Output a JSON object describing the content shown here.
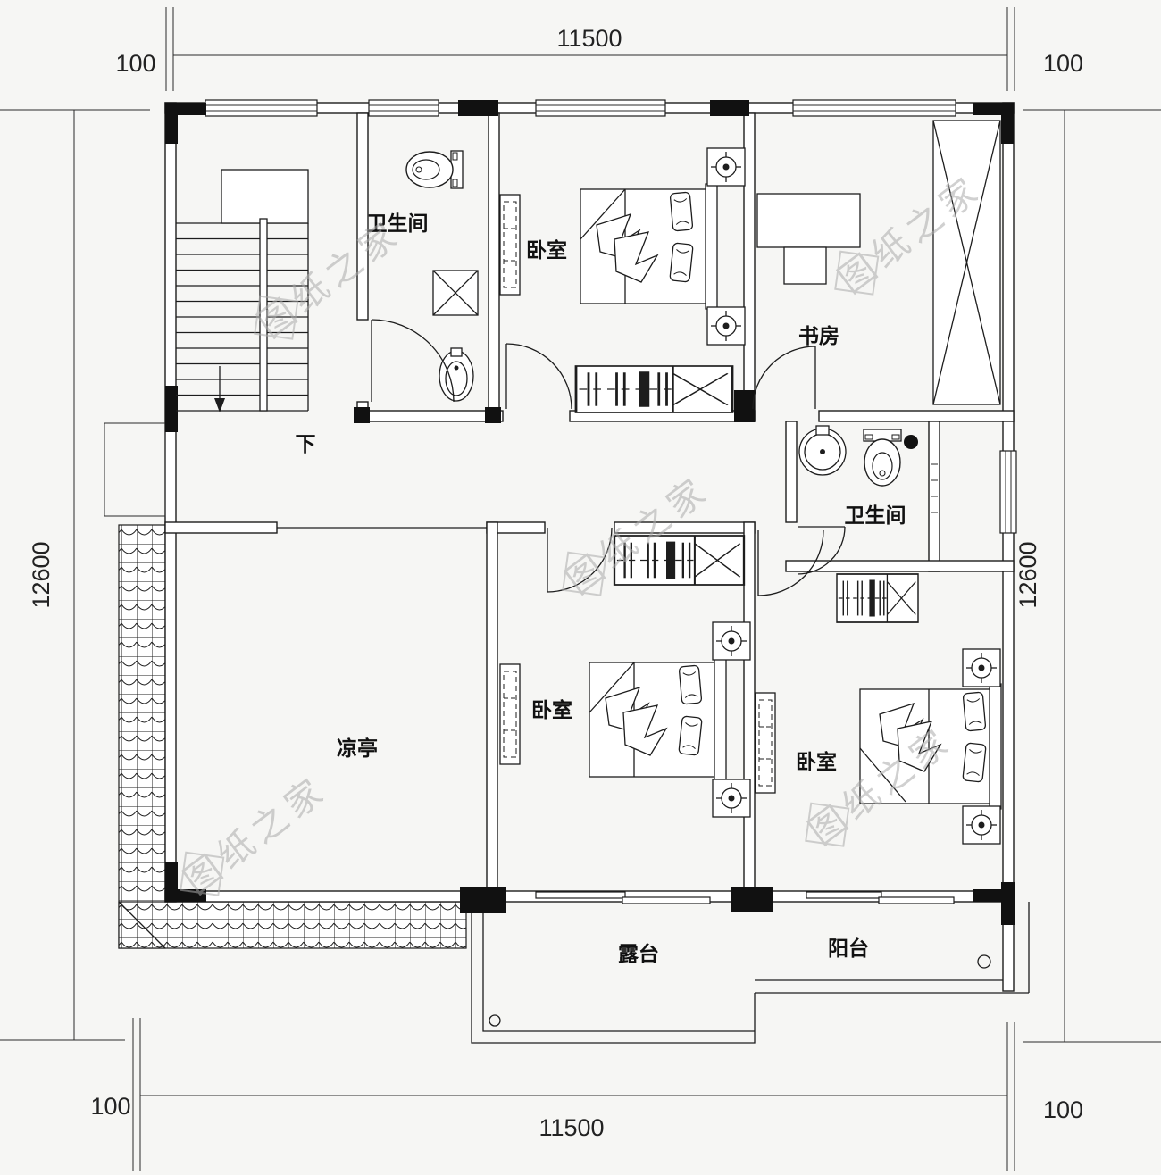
{
  "drawing": {
    "type": "floor-plan",
    "watermark": {
      "text": "图纸之家"
    },
    "dimensions": {
      "width_top": "11500",
      "width_bottom": "11500",
      "height_left": "12600",
      "height_right": "12600",
      "offset_top_left": "100",
      "offset_top_right": "100",
      "offset_bottom_left": "100",
      "offset_bottom_right": "100"
    },
    "rooms": {
      "bathroom_top": "卫生间",
      "bedroom_top": "卧室",
      "study": "书房",
      "bathroom_mid": "卫生间",
      "bedroom_mid": "卧室",
      "bedroom_right": "卧室",
      "pavilion": "凉亭",
      "terrace": "露台",
      "balcony": "阳台",
      "stairs_down": "下"
    },
    "symbols": [
      "stairs",
      "double-bed",
      "nightstand-lamp",
      "wardrobe",
      "sliding-door",
      "toilet",
      "washbasin",
      "shower",
      "desk-chair",
      "roof-tiles",
      "door-arc"
    ],
    "colors": {
      "ink": "#1d1d1d",
      "paper": "#f6f6f4",
      "watermark": "#ababab"
    }
  }
}
